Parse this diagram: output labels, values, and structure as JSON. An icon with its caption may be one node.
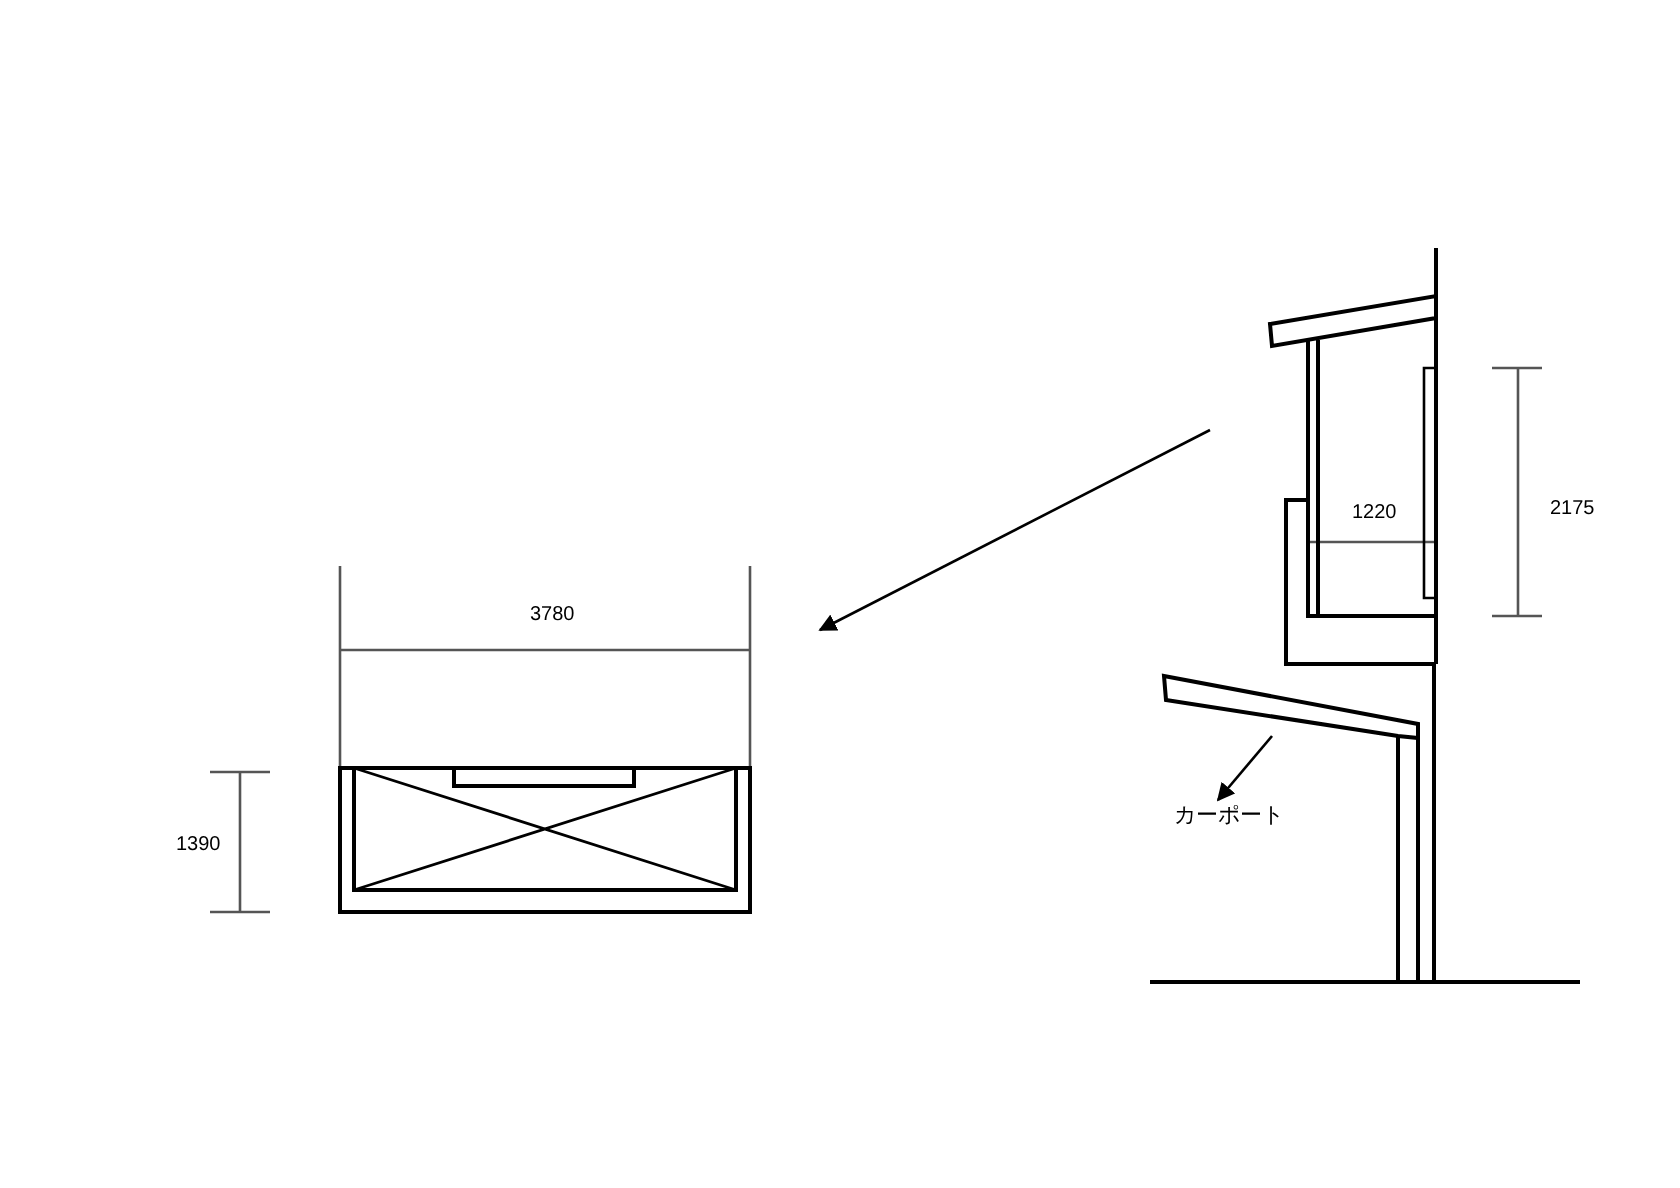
{
  "diagram": {
    "nodes": [
      {
        "text": [],
        "shape": "picture"
      },
      {
        "text": [
          "カーポート"
        ]
      },
      {
        "text": [],
        "shape": "picture"
      }
    ],
    "edges": [
      {
        "from": null,
        "to": 0,
        "arrow": "to"
      },
      {
        "from": 2,
        "to": 1,
        "arrow": "to"
      }
    ],
    "labels": [
      "3780",
      "1390",
      "1220",
      "2175"
    ]
  }
}
